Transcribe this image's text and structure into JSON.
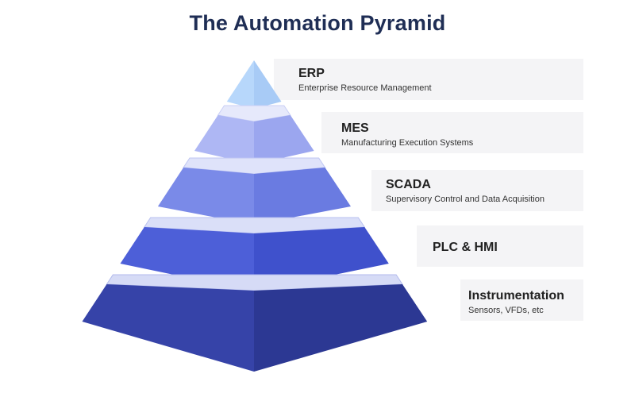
{
  "title": "The Automation Pyramid",
  "levels": [
    {
      "name": "ERP",
      "description": "Enterprise Resource Management",
      "colors": {
        "left": "#b7d7fb",
        "right": "#a8cbf6",
        "lip": "#eef1fd",
        "lipEdge": "#c9d3f6"
      }
    },
    {
      "name": "MES",
      "description": "Manufacturing Execution Systems",
      "colors": {
        "left": "#aeb7f4",
        "right": "#9ba6ef",
        "lip": "#e6e9fb",
        "lipEdge": "#c9cff5"
      }
    },
    {
      "name": "SCADA",
      "description": "Supervisory Control and Data Acquisition",
      "colors": {
        "left": "#7a8ae8",
        "right": "#6a7be1",
        "lip": "#dfe3fa",
        "lipEdge": "#bfc6f3"
      }
    },
    {
      "name": "PLC & HMI",
      "description": "",
      "colors": {
        "left": "#4d5fd8",
        "right": "#3f51cc",
        "lip": "#dadff8",
        "lipEdge": "#b8c0f0"
      }
    },
    {
      "name": "Instrumentation",
      "description": "Sensors, VFDs, etc",
      "colors": {
        "left": "#3643a8",
        "right": "#2c3893",
        "lip": "#d6dbf6",
        "lipEdge": "#b2baec"
      }
    }
  ],
  "label_panel_color": "#f4f4f6"
}
